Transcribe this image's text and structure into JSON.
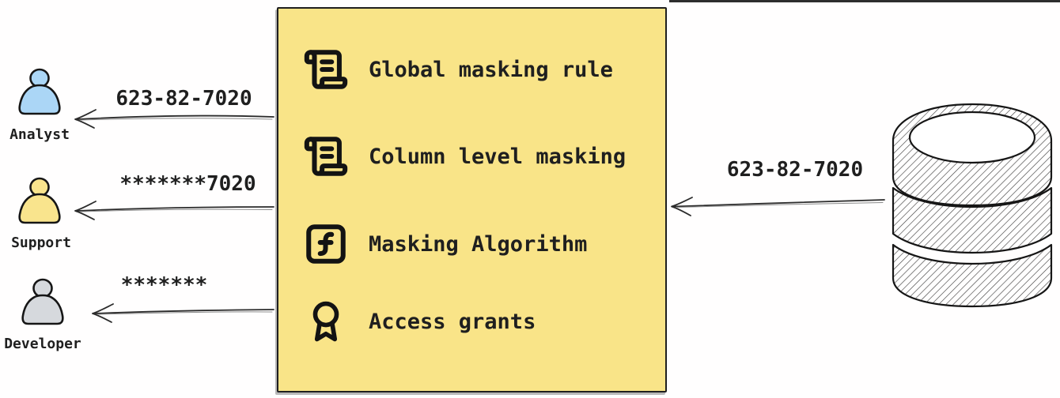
{
  "database": {
    "icon": "database-icon",
    "sent_value": "623-82-7020"
  },
  "personas": [
    {
      "name": "Analyst",
      "icon": "person-icon",
      "received_value": "623-82-7020",
      "color": "#abd6f6"
    },
    {
      "name": "Support",
      "icon": "person-icon",
      "received_value": "*******7020",
      "color": "#f9e48d"
    },
    {
      "name": "Developer",
      "icon": "person-icon",
      "received_value": "*******",
      "color": "#d6d9dd"
    }
  ],
  "masking_box": {
    "fill": "#f9e488",
    "items": [
      {
        "icon": "scroll-text-icon",
        "label": "Global masking rule"
      },
      {
        "icon": "scroll-text-icon",
        "label": "Column level masking"
      },
      {
        "icon": "function-square-icon",
        "label": "Masking Algorithm"
      },
      {
        "icon": "award-icon",
        "label": "Access grants"
      }
    ]
  },
  "colors": {
    "ink": "#1f1f1f",
    "arrow": "#2b2b2b"
  }
}
